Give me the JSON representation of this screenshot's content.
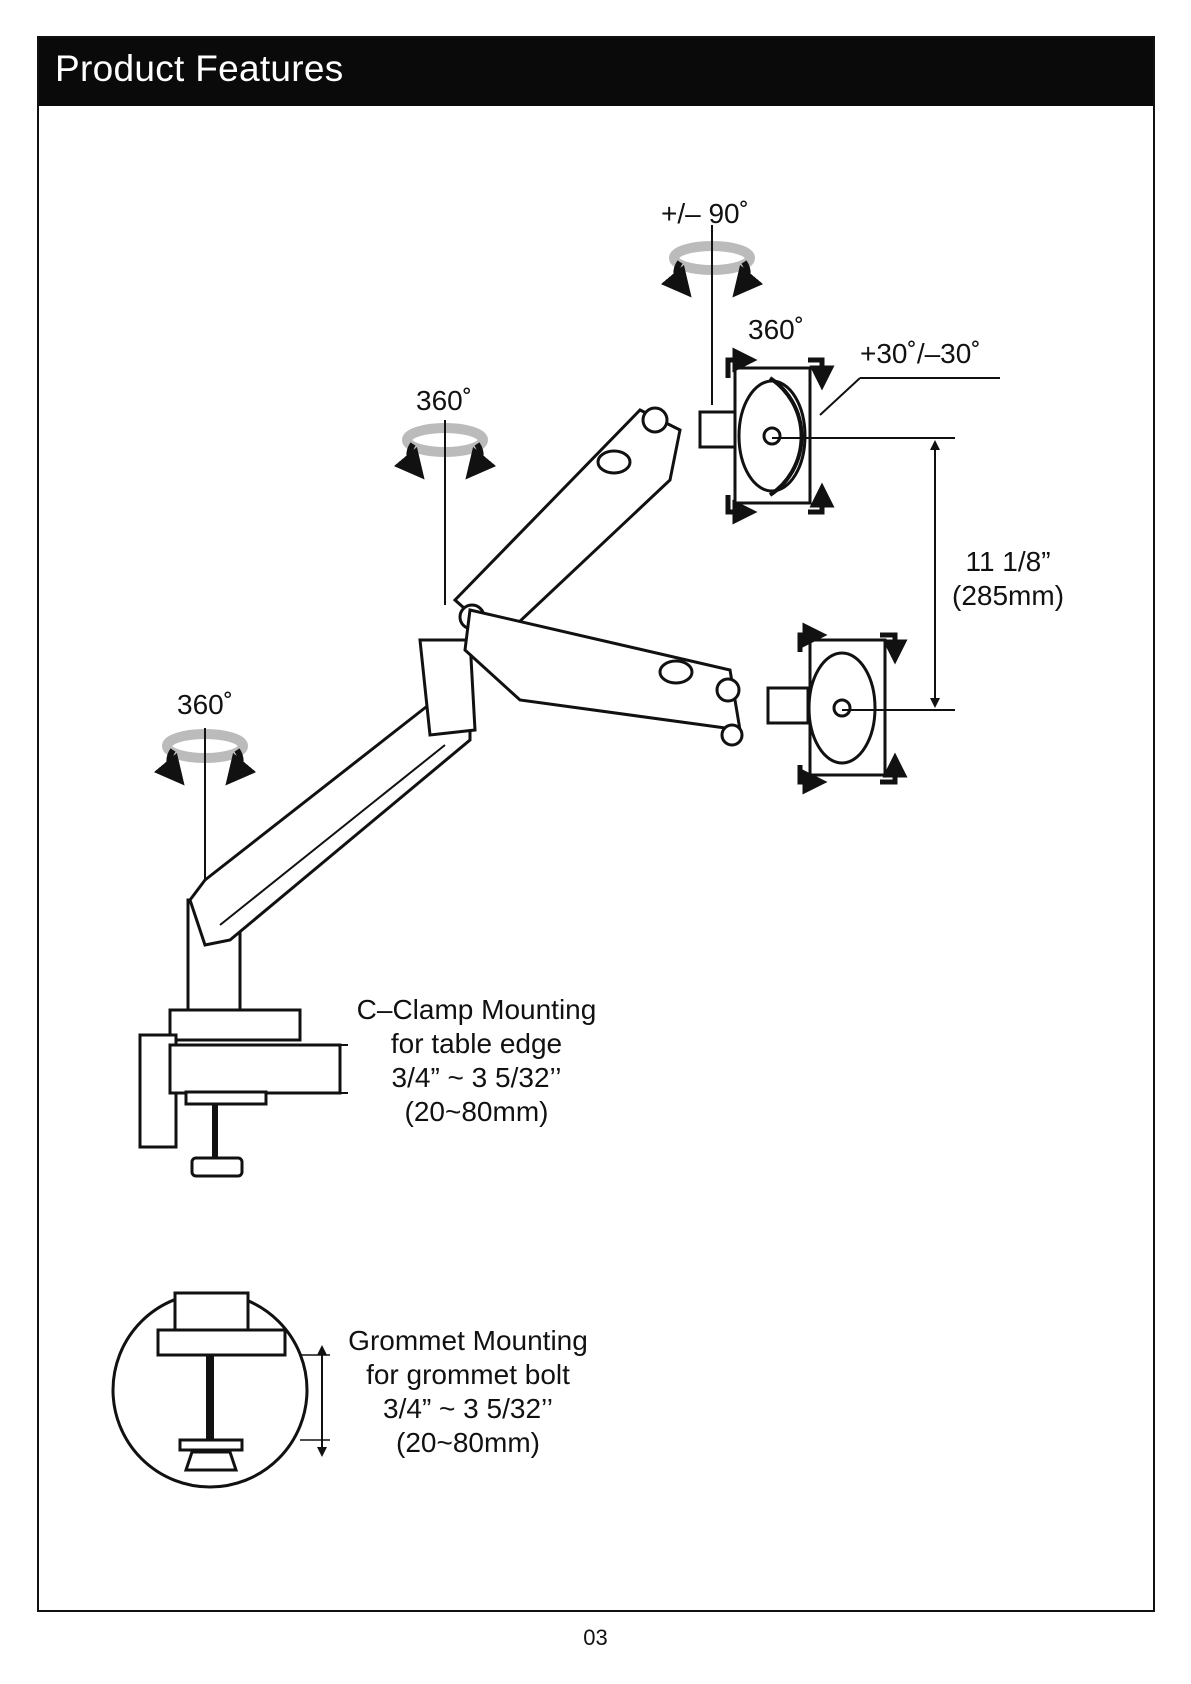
{
  "header": {
    "title": "Product Features"
  },
  "labels": {
    "tilt_rotation": "+/– 90˚",
    "panel_rotation": "360˚",
    "tilt": "+30˚/–30˚",
    "arm_rotation": "360˚",
    "base_rotation": "360˚",
    "height_adjust": [
      "11 1/8”",
      "(285mm)"
    ]
  },
  "clamp": {
    "lines": [
      "C–Clamp Mounting",
      "for table edge",
      "3/4” ~ 3 5/32’’",
      "(20~80mm)"
    ]
  },
  "grommet": {
    "lines": [
      "Grommet Mounting",
      "for grommet bolt",
      "3/4” ~ 3 5/32’’",
      "(20~80mm)"
    ]
  },
  "footer": {
    "page_number": "03"
  }
}
